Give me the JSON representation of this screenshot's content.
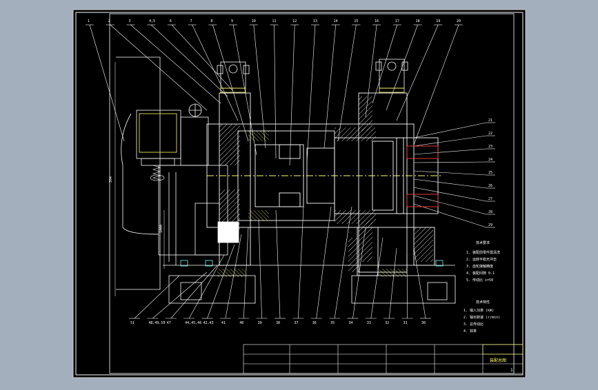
{
  "colors": {
    "background": "#a4afbd",
    "sheet": "#000000",
    "line": "#ffffff",
    "yellow": "#ffff66",
    "cyan": "#66ffff",
    "red": "#ff4040",
    "green": "#66ff66"
  },
  "callouts_top": [
    "1",
    "2",
    "3",
    "4,5",
    "6",
    "7",
    "8",
    "9",
    "10",
    "11",
    "12",
    "13",
    "14",
    "15",
    "16",
    "17",
    "18",
    "19",
    "20"
  ],
  "callouts_bottom": [
    "51",
    "48,49,50",
    "47",
    "44,45,46",
    "42,43",
    "41",
    "40",
    "39",
    "38",
    "37",
    "36",
    "35",
    "34",
    "33",
    "32",
    "31",
    "30"
  ],
  "callouts_right": [
    "21",
    "22",
    "23",
    "24",
    "25",
    "26",
    "27",
    "28",
    "29"
  ],
  "dimension_left": "394",
  "dimension_mid": "1000",
  "notes": {
    "title1": "技术要求",
    "lines1": [
      "1. 装配前零件需清洗",
      "2. 运转平稳无冲击",
      "3. 齿轮接触精度",
      "4. 装配间隙 0.1",
      "5. 传动比 i=50"
    ],
    "title2": "技术特性",
    "lines2": [
      "1. 输入功率 (kW)",
      "2. 输出转速 (r/min)",
      "3. 总传动比",
      "4. 效率"
    ]
  },
  "title_block": {
    "sheet_no": "1",
    "drawing_name": "装配总图"
  }
}
